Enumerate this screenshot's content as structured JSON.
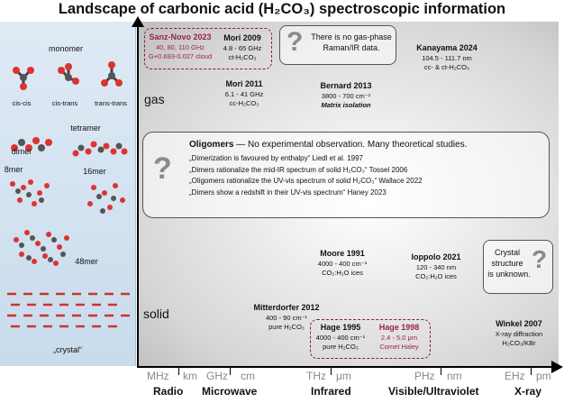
{
  "title": "Landscape of carbonic acid (H₂CO₃) spectroscopic information",
  "left_panel": {
    "monomer": "monomer",
    "cis_cis": "cis-cis",
    "cis_trans": "cis-trans",
    "trans_trans": "trans-trans",
    "tetramer": "tetramer",
    "dimer": "dimer",
    "mer8": "8mer",
    "mer16": "16mer",
    "mer48": "48mer",
    "crystal": "„crystal“"
  },
  "phases": {
    "gas": "gas",
    "solid": "solid"
  },
  "gas": {
    "sanz_novo": {
      "name": "Sanz-Novo 2023",
      "line1": "40, 80, 110 GHz",
      "line2": "G+0.693-0.027 cloud"
    },
    "mori2009": {
      "name": "Mori 2009",
      "line1": "4.8 - 65 GHz",
      "line2": "ct-H₂CO₃"
    },
    "no_gas": {
      "line1": "There is no gas-phase",
      "line2": "Raman/IR data."
    },
    "kanayama": {
      "name": "Kanayama 2024",
      "line1": "104.5 - 111.7 nm",
      "line2": "cc- & ct-H₂CO₃"
    },
    "mori2011": {
      "name": "Mori 2011",
      "line1": "6.1 - 41 GHz",
      "line2": "cc-H₂CO₃"
    },
    "bernard": {
      "name": "Bernard 2013",
      "line1": "3800 - 700 cm⁻¹",
      "line2": "Matrix isolation"
    }
  },
  "oligomers": {
    "heading": "Oligomers",
    "heading_rest": " — No experimental observation. Many theoretical studies.",
    "quotes": [
      "„Dimerization is favoured by enthalpy“ Liedl et al. 1997",
      "„Dimers rationalize the mid-IR spectrum of solid H₂CO₃“ Tossel 2006",
      "„Oligomers rationalize the UV-vis spectrum of solid H₂CO₃“ Wallace 2022",
      "„Dimers show a redshift in their UV-vis spectrum“ Haney 2023"
    ]
  },
  "solid": {
    "moore": {
      "name": "Moore 1991",
      "line1": "4000 - 400 cm⁻¹",
      "line2": "CO₂:H₂O ices"
    },
    "ioppolo": {
      "name": "Ioppolo 2021",
      "line1": "120 - 340 nm",
      "line2": "CO₂:H₂O ices"
    },
    "crystal_unknown": {
      "line1": "Crystal",
      "line2": "structure",
      "line3": "is unknown."
    },
    "mitterdorfer": {
      "name": "Mitterdorfer 2012",
      "line1": "400 - 90 cm⁻¹",
      "line2": "pure H₂CO₃"
    },
    "hage1995": {
      "name": "Hage 1995",
      "line1": "4000 - 400 cm⁻¹",
      "line2": "pure H₂CO₃"
    },
    "hage1998": {
      "name": "Hage 1998",
      "line1": "2.4 - 5.0 μm",
      "line2": "Comet Haley"
    },
    "winkel": {
      "name": "Winkel 2007",
      "line1": "X-ray diffraction",
      "line2": "H₂CO₃/KBr"
    }
  },
  "axis": {
    "units": [
      "MHz",
      "km",
      "GHz",
      "cm",
      "THz",
      "μm",
      "PHz",
      "nm",
      "EHz",
      "pm"
    ],
    "bands": [
      "Radio",
      "Microwave",
      "Infrared",
      "Visible/Ultraviolet",
      "X-ray"
    ]
  },
  "colors": {
    "accent": "#a02050",
    "axis": "#000000",
    "left_panel": "#d6e4f0"
  }
}
